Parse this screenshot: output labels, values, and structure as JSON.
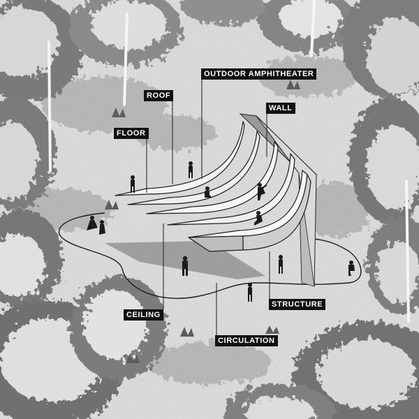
{
  "labels": {
    "outdoor_amphitheater": "OUTDOOR AMPHITHEATER",
    "roof": "ROOF",
    "wall": "WALL",
    "floor": "FLOOR",
    "ceiling": "CEILING",
    "structure": "STRUCTURE",
    "circulation": "CIRCULATION"
  },
  "colors": {
    "ground": "#d6d6d6",
    "foliage_dark": "#6f6f6f",
    "foliage_light": "#f2f2f2",
    "shadow": "#8a8a8a",
    "structure_face": "#f4f4f4",
    "label_bg": "#111111",
    "label_text": "#ffffff"
  }
}
